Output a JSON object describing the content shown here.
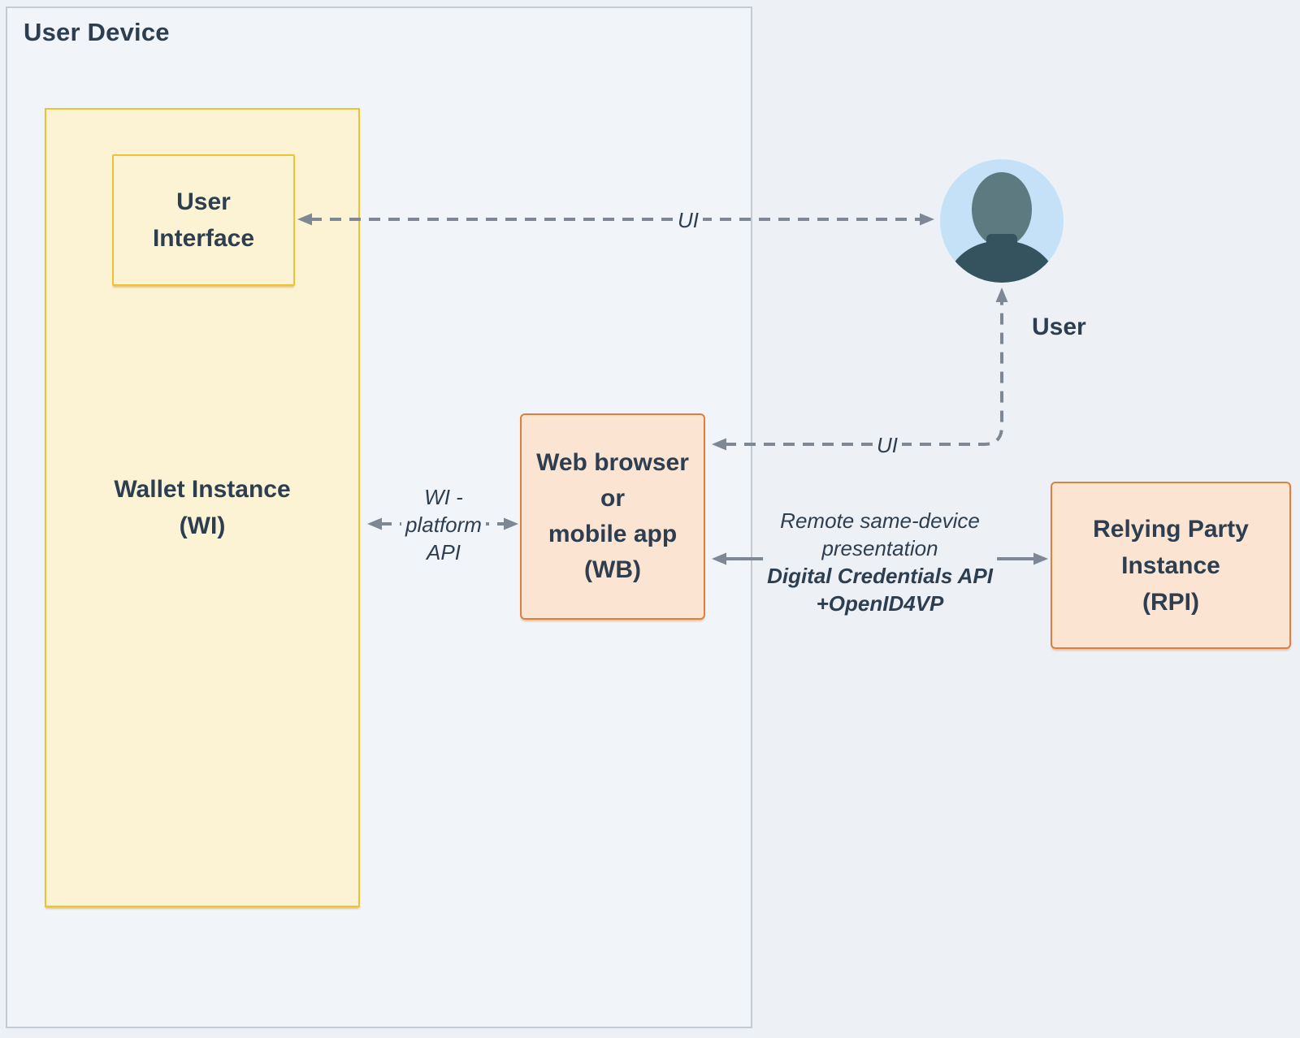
{
  "diagram": {
    "user_device": {
      "title": "User Device"
    },
    "wallet_instance": {
      "lines": [
        "Wallet Instance",
        "(WI)"
      ]
    },
    "user_interface": {
      "lines": [
        "User",
        "Interface"
      ]
    },
    "web_browser": {
      "lines": [
        "Web browser",
        "or",
        "mobile app",
        "(WB)"
      ]
    },
    "relying_party": {
      "lines": [
        "Relying Party",
        "Instance",
        "(RPI)"
      ]
    },
    "user": {
      "label": "User",
      "icon": "user-avatar-icon"
    },
    "edges": {
      "ui_top": {
        "label": "UI",
        "style": "dashed",
        "between": [
          "User Interface",
          "User"
        ],
        "direction": "both"
      },
      "ui_browser": {
        "label": "UI",
        "style": "dashed",
        "between": [
          "Web browser or mobile app (WB)",
          "User"
        ],
        "direction": "both"
      },
      "wi_platform": {
        "lines": [
          "WI -",
          "platform",
          "API"
        ],
        "style": "dashed",
        "between": [
          "Wallet Instance (WI)",
          "Web browser or mobile app (WB)"
        ],
        "direction": "both"
      },
      "presentation": {
        "lines": [
          "Remote same-device",
          "presentation",
          "Digital Credentials API",
          "+OpenID4VP"
        ],
        "style": "solid",
        "between": [
          "Web browser or mobile app (WB)",
          "Relying Party Instance (RPI)"
        ],
        "direction": "both"
      }
    },
    "colors": {
      "page_background": "#edf1f5",
      "container_background": "#f1f4f9",
      "container_border": "#c2cbd4",
      "yellow_fill": "#fcf3d4",
      "yellow_border": "#f0c232",
      "peach_fill": "#fbe4d1",
      "peach_border": "#de803c",
      "arrow": "#7d8894",
      "text": "#2d3e50",
      "avatar_circle": "#c5e1f8",
      "avatar_head": "#5d7a80",
      "avatar_body": "#34535f"
    }
  }
}
